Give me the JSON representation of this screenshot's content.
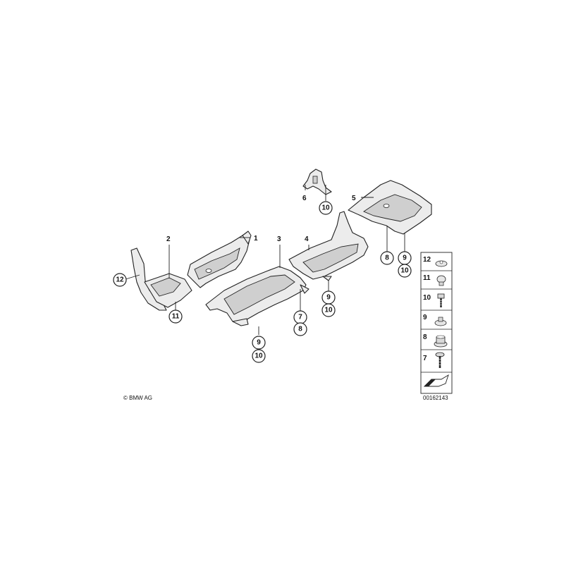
{
  "callouts": {
    "c1": "1",
    "c2": "2",
    "c3": "3",
    "c4": "4",
    "c5": "5",
    "c6": "6",
    "c12_left": "12",
    "c11_left": "11",
    "c7_mid": "7",
    "c8_mid": "8",
    "c9_mid": "9",
    "c10_mid": "10",
    "c9_right": "9",
    "c10_right": "10",
    "c10_top": "10",
    "c8_far": "8",
    "c9_far": "9",
    "c10_far": "10"
  },
  "legend": {
    "items": [
      {
        "num": "12",
        "icon": "plastic-rivet-icon"
      },
      {
        "num": "11",
        "icon": "expanding-rivet-icon"
      },
      {
        "num": "10",
        "icon": "hex-bolt-icon"
      },
      {
        "num": "9",
        "icon": "spring-nut-icon"
      },
      {
        "num": "8",
        "icon": "collar-nut-icon"
      },
      {
        "num": "7",
        "icon": "screw-icon"
      }
    ],
    "arrow_icon": "direction-arrow-icon"
  },
  "copyright": "© BMW AG",
  "diagram_code": "00162143",
  "colors": {
    "line": "#222222",
    "part_fill": "#ececec",
    "background": "#ffffff"
  }
}
